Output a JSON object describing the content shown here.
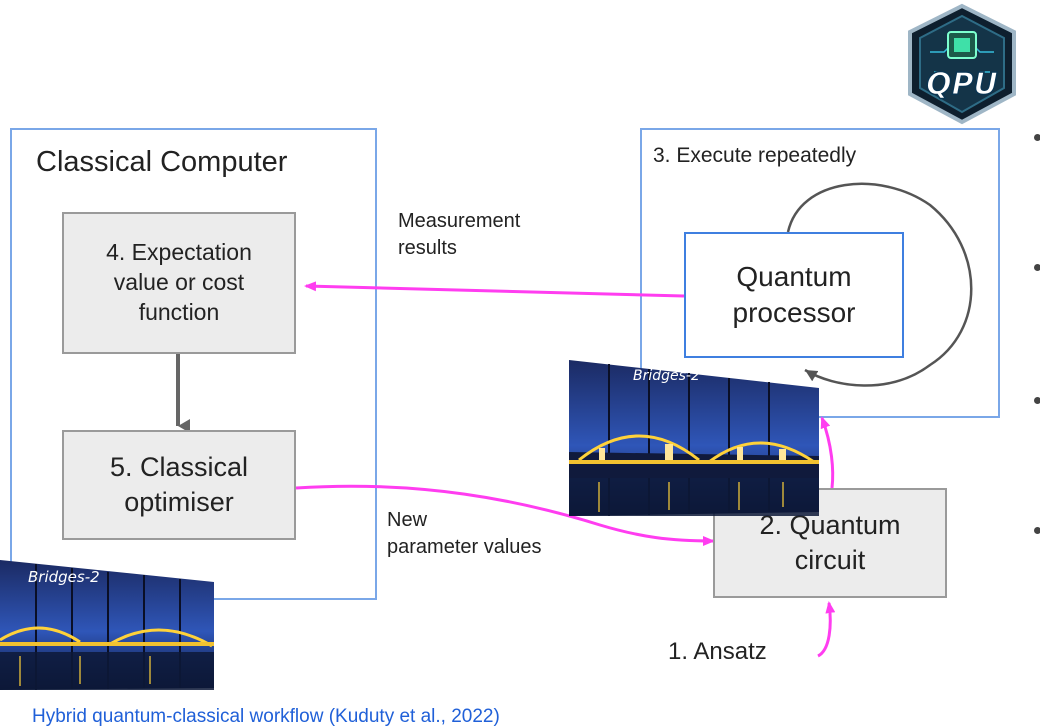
{
  "classical": {
    "title": "Classical Computer",
    "box4_line1": "4. Expectation",
    "box4_line2": "value or cost",
    "box4_line3": "function",
    "box5_line1": "5. Classical",
    "box5_line2": "optimiser"
  },
  "quantum": {
    "title": "3. Execute repeatedly",
    "processor_line1": "Quantum",
    "processor_line2": "processor",
    "circuit_line1": "2. Quantum",
    "circuit_line2": "circuit",
    "ansatz": "1. Ansatz"
  },
  "arrows": {
    "measurement_line1": "Measurement",
    "measurement_line2": "results",
    "params_line1": "New",
    "params_line2": "parameter values"
  },
  "badge": {
    "text": "QPU"
  },
  "photo": {
    "label": "Bridges-2"
  },
  "caption": "Hybrid quantum-classical workflow (Kuduty et al., 2022)",
  "colors": {
    "frame": "#7aa7e8",
    "accent_box": "#3f7fe0",
    "arrow": "#ff3df0",
    "gray_arrow": "#666666",
    "box_fill": "#ececec",
    "caption": "#2060d8"
  }
}
